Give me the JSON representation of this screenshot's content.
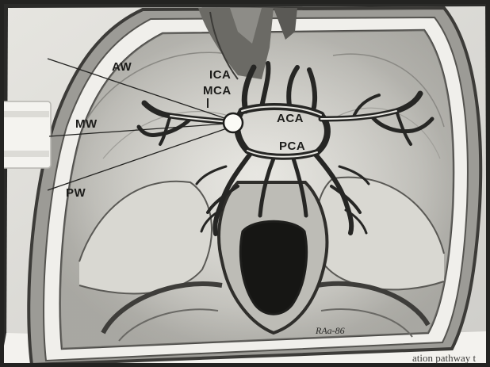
{
  "labels": {
    "aw": "AW",
    "mw": "MW",
    "pw": "PW",
    "ica": "ICA",
    "mca": "MCA",
    "aca": "ACA",
    "pca": "PCA"
  },
  "signature": "RAa-86",
  "caption": "ation pathway t",
  "colors": {
    "paper": "#e2e1dc",
    "background_dark": "#2b2b29",
    "ink": "#1c1c1a",
    "bone": "#f1f0ec"
  }
}
